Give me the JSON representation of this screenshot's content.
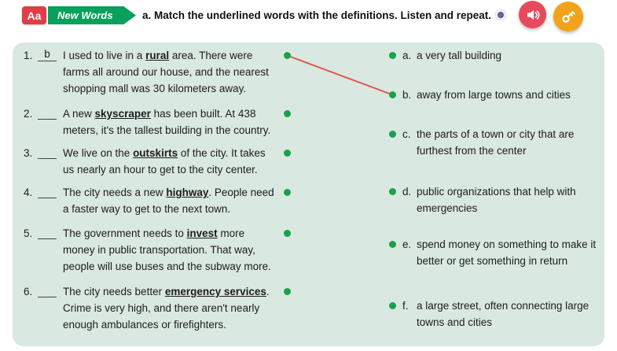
{
  "header": {
    "badge": "Aa",
    "ribbon": "New Words",
    "instruction": "a. Match the underlined words with the definitions. Listen and repeat.",
    "icons": {
      "audio_track": "audio-cd-icon",
      "speaker": "speaker-icon",
      "answer_key": "key-icon"
    }
  },
  "colors": {
    "panel_bg": "#d9e8e1",
    "badge_red": "#e23c46",
    "ribbon_green": "#07a05c",
    "dot_green": "#19a24a",
    "speaker_red": "#e8495e",
    "key_orange": "#f2a31c",
    "line_red": "#e25549"
  },
  "exercise": {
    "left_items": [
      {
        "number": "1.",
        "answer": "b",
        "pre": "I used to live in a ",
        "word": "rural",
        "post": " area. There were farms all around our house, and the nearest shopping mall was 30 kilometers away."
      },
      {
        "number": "2.",
        "answer": "",
        "pre": "A new ",
        "word": "skyscraper",
        "post": " has been built. At 438 meters, it's the tallest building in the country."
      },
      {
        "number": "3.",
        "answer": "",
        "pre": "We live on the ",
        "word": "outskirts",
        "post": " of the city. It takes us nearly an hour to get to the city center."
      },
      {
        "number": "4.",
        "answer": "",
        "pre": "The city needs a new ",
        "word": "highway",
        "post": ". People need a faster way to get to the next town."
      },
      {
        "number": "5.",
        "answer": "",
        "pre": "The government needs to ",
        "word": "invest",
        "post": " more money in public transportation. That way, people will use buses and the subway more."
      },
      {
        "number": "6.",
        "answer": "",
        "pre": "The city needs better ",
        "word": "emergency services",
        "post": ". Crime is very high, and there aren't nearly enough ambulances or firefighters."
      }
    ],
    "definitions": [
      {
        "letter": "a.",
        "text": "a very tall building"
      },
      {
        "letter": "b.",
        "text": "away from large towns and cities"
      },
      {
        "letter": "c.",
        "text": "the parts of a town or city that are furthest from the center"
      },
      {
        "letter": "d.",
        "text": "public organizations that help with emergencies"
      },
      {
        "letter": "e.",
        "text": "spend money on something to make it better or get something in return"
      },
      {
        "letter": "f.",
        "text": "a large street, often connecting large towns and cities"
      }
    ],
    "connection": {
      "from_item": "1",
      "to_letter": "b"
    }
  }
}
